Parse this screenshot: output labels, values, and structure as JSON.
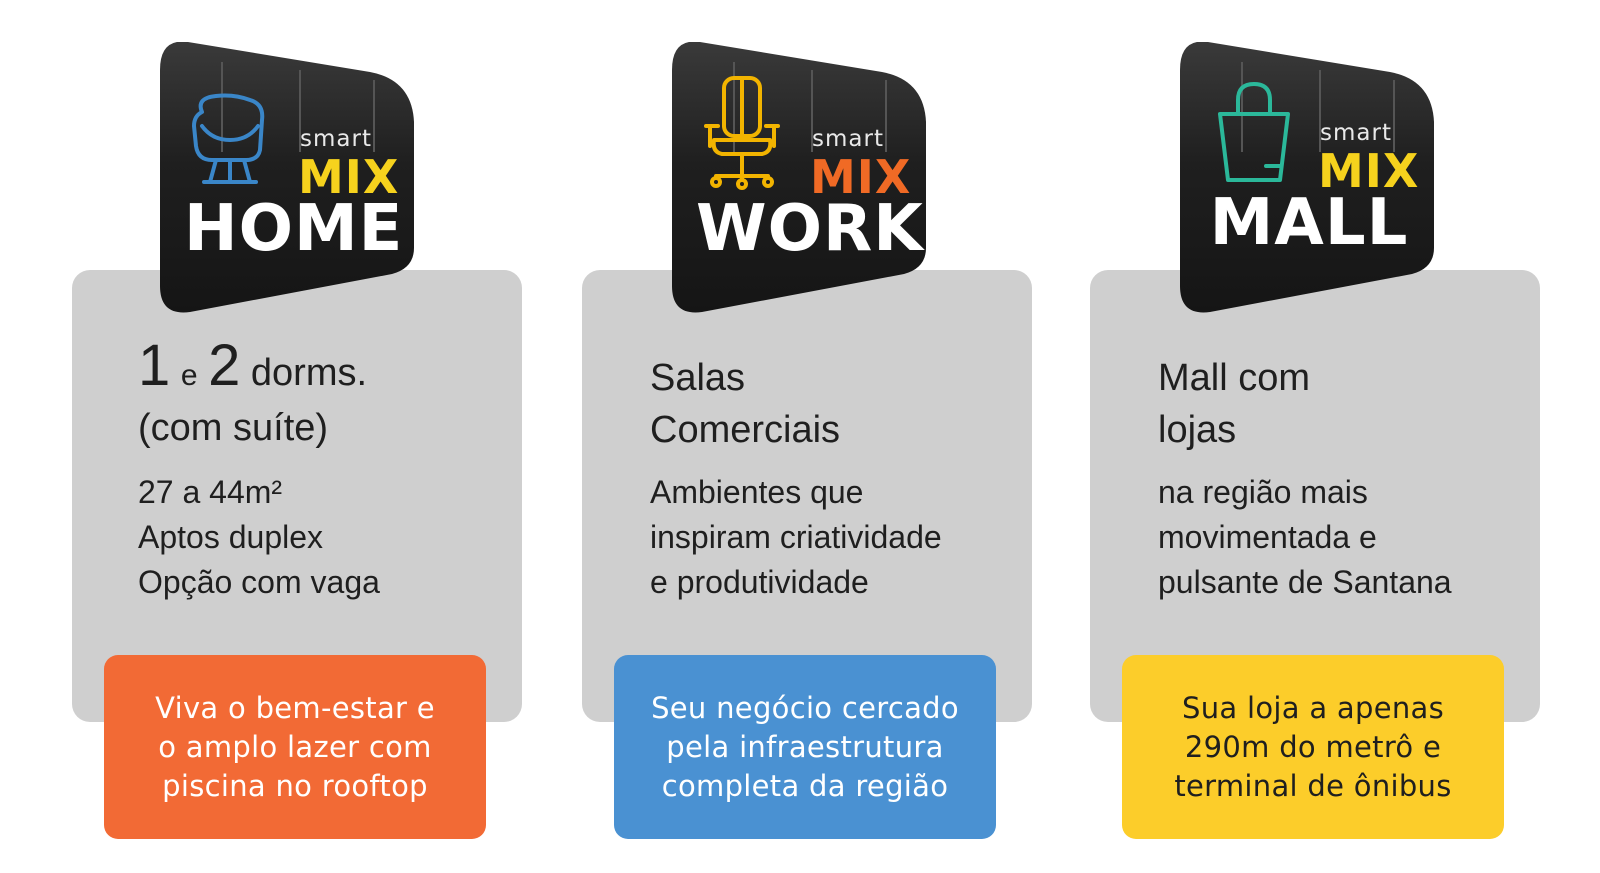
{
  "colors": {
    "card_bg": "#cfcfcf",
    "logo_bg": "#1e1e1e",
    "home_icon": "#3a86c8",
    "work_icon": "#f2b400",
    "mall_icon": "#2bb89a",
    "mix_yellow": "#f6d21d",
    "mix_orange": "#f06a25",
    "cta_home": "#f26a35",
    "cta_work": "#4a91d2",
    "cta_mall": "#fccd2a"
  },
  "cards": [
    {
      "logo": {
        "smart": "smart",
        "mix": "MIX",
        "name": "HOME",
        "icon": "armchair-icon"
      },
      "heading": {
        "num1": "1",
        "e": "e",
        "num2": "2",
        "rest": "dorms.",
        "line2": "(com suíte)"
      },
      "details": [
        "27 a 44m²",
        "Aptos duplex",
        "Opção com vaga"
      ],
      "cta": [
        "Viva o bem-estar e",
        "o amplo lazer com",
        "piscina no rooftop"
      ]
    },
    {
      "logo": {
        "smart": "smart",
        "mix": "MIX",
        "name": "WORK",
        "icon": "office-chair-icon"
      },
      "heading": {
        "line1": "Salas",
        "line2": "Comerciais"
      },
      "details": [
        "Ambientes que",
        "inspiram criatividade",
        "e produtividade"
      ],
      "cta": [
        "Seu negócio cercado",
        "pela infraestrutura",
        "completa da região"
      ]
    },
    {
      "logo": {
        "smart": "smart",
        "mix": "MIX",
        "name": "MALL",
        "icon": "shopping-bag-icon"
      },
      "heading": {
        "line1": "Mall com",
        "line2": "lojas"
      },
      "details": [
        "na região mais",
        "movimentada e",
        "pulsante de Santana"
      ],
      "cta": [
        "Sua loja a apenas",
        "290m do metrô e",
        "terminal de ônibus"
      ]
    }
  ]
}
